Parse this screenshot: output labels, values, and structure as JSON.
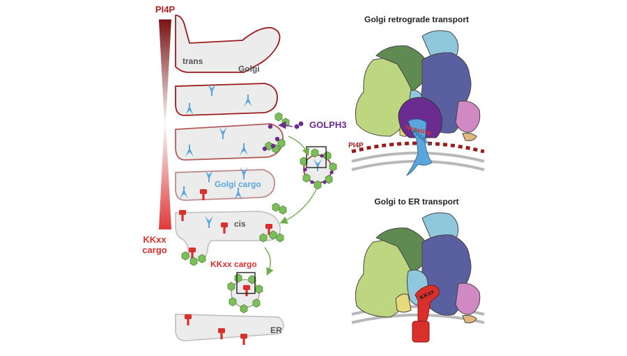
{
  "gradient_bar": {
    "top_label": "PI4P",
    "bottom_label_line1": "KKxx",
    "bottom_label_line2": "cargo",
    "top_color": "#8b1a1a",
    "bottom_color": "#e03a3a"
  },
  "golgi_stack": {
    "label_trans": "trans",
    "label_golgi": "Golgi",
    "label_cis": "cis",
    "label_golgi_cargo": "Golgi cargo",
    "label_kkxx_cargo": "KKxx cargo",
    "label_er": "ER",
    "label_golph3": "GOLPH3",
    "cisterna_fill": "#ececec",
    "trans_outline": "#9b1b1b",
    "cis_outline": "#c4c4c4",
    "cargo_color": "#5aa6dc",
    "kkxx_color": "#d9302c",
    "copi_color": "#7cbf5a",
    "golph3_color": "#6a2c91"
  },
  "panel_top": {
    "title": "Golgi retrograde transport",
    "membrane_label": "PI4P",
    "negative_label": "Negative",
    "positive_label": "Positive"
  },
  "panel_bottom": {
    "title": "Golgi to ER transport",
    "kkxx_label": "KKxx"
  },
  "complex_colors": {
    "light_green": "#bcd77f",
    "dark_green": "#5f8a52",
    "light_blue": "#8fc8dc",
    "navy": "#5a5f9f",
    "pink": "#d189c4",
    "yellow": "#e8da7a",
    "tan": "#e2b77b",
    "purple": "#6a2c91"
  }
}
